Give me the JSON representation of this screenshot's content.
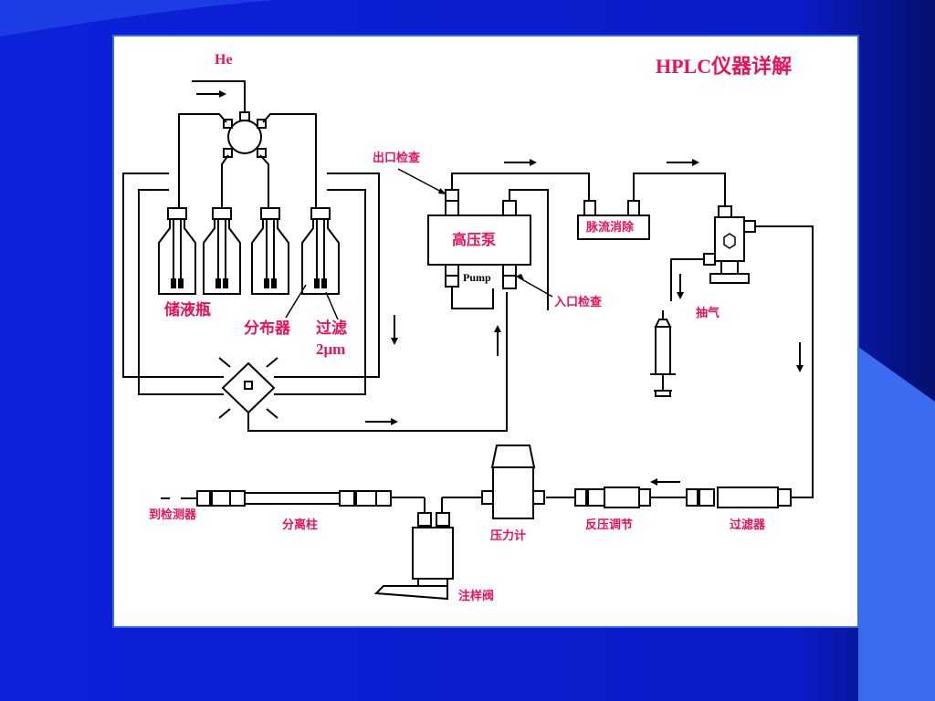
{
  "slide": {
    "title": "HPLC仪器详解",
    "colors": {
      "background": "#0a1fd8",
      "panel_border": "#3a6be0",
      "label": "#e8115a",
      "line": "#000000"
    }
  },
  "labels": {
    "he": "He",
    "reservoir": "储液瓶",
    "distributor": "分布器",
    "filter_top": "过滤",
    "filter_size": "2μm",
    "outlet_check": "出口检查",
    "high_pressure_pump": "高压泵",
    "pump_word": "Pump",
    "inlet_check": "入口检查",
    "pulse_damper": "脉流消除",
    "degas": "抽气",
    "to_detector": "到检测器",
    "column": "分离柱",
    "pressure_gauge": "压力计",
    "back_pressure": "反压调节",
    "filter_bottom": "过滤器",
    "injection_valve": "注样阀"
  }
}
